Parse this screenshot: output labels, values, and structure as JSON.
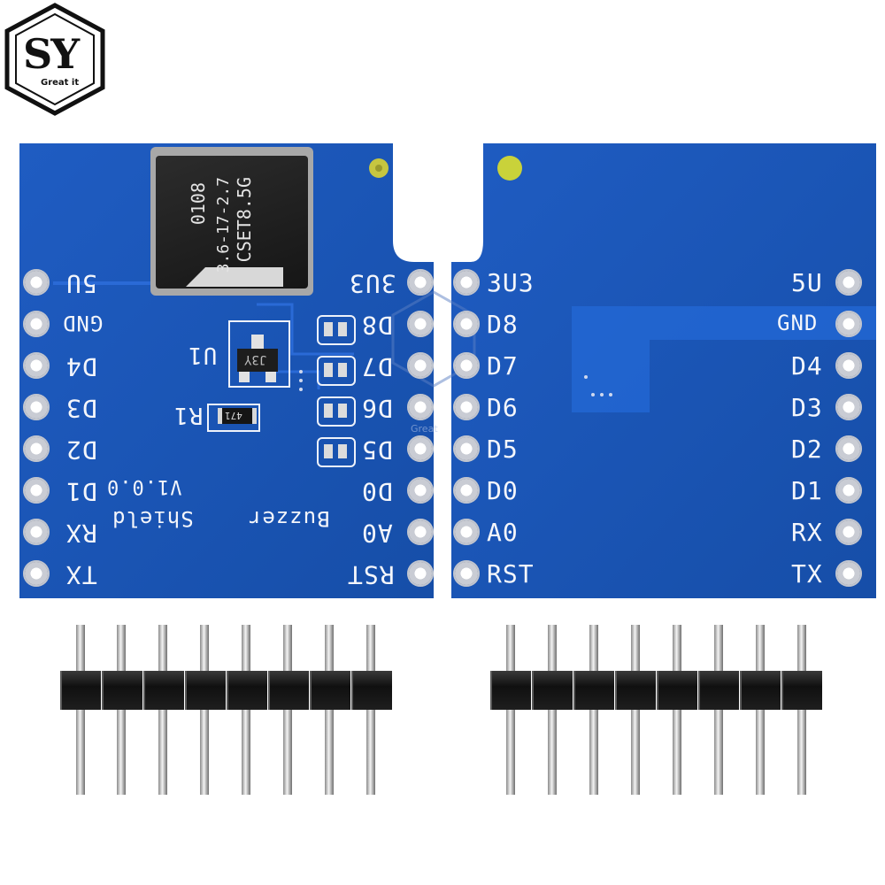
{
  "logo": {
    "letters": "SY",
    "tagline": "Great it",
    "watermark_tagline": "Great"
  },
  "front_board": {
    "left_pins": [
      "5U",
      "GND",
      "D4",
      "D3",
      "D2",
      "D1",
      "RX",
      "TX"
    ],
    "right_pins": [
      "3U3",
      "D8",
      "D7",
      "D6",
      "D5",
      "D0",
      "A0",
      "RST"
    ],
    "ic_label": "U1",
    "ic_marking": "J3Y",
    "resistor_label": "R1",
    "resistor_marking": "471",
    "board_name_line1": "Buzzer",
    "board_name_line2": "Shield",
    "version": "V1.0.0",
    "buzzer_marking": [
      "CSET8.5G",
      "3.6-17-2.7",
      "0108"
    ]
  },
  "back_board": {
    "left_pins": [
      "3U3",
      "D8",
      "D7",
      "D6",
      "D5",
      "D0",
      "A0",
      "RST"
    ],
    "right_pins": [
      "5U",
      "GND",
      "D4",
      "D3",
      "D2",
      "D1",
      "RX",
      "TX"
    ]
  },
  "colors": {
    "pcb_blue": "#1b56b8",
    "pcb_dark": "#154a9e",
    "silkscreen": "#f4f6fb",
    "header_black": "#141414",
    "pin_gold": "#c9c94a"
  }
}
